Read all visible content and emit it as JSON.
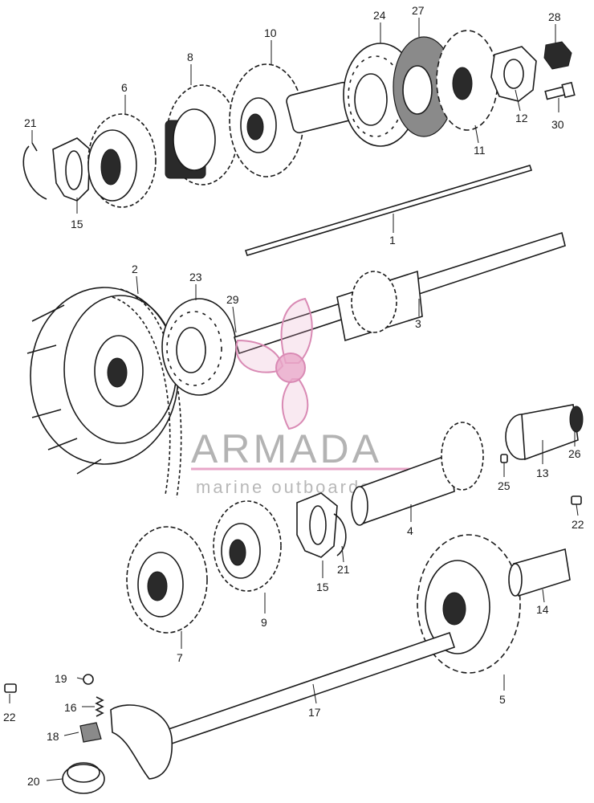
{
  "diagram": {
    "callouts": [
      {
        "id": "21a",
        "label": "21"
      },
      {
        "id": "15a",
        "label": "15"
      },
      {
        "id": "6",
        "label": "6"
      },
      {
        "id": "8",
        "label": "8"
      },
      {
        "id": "10",
        "label": "10"
      },
      {
        "id": "24",
        "label": "24"
      },
      {
        "id": "27",
        "label": "27"
      },
      {
        "id": "28",
        "label": "28"
      },
      {
        "id": "12",
        "label": "12"
      },
      {
        "id": "30",
        "label": "30"
      },
      {
        "id": "11",
        "label": "11"
      },
      {
        "id": "1",
        "label": "1"
      },
      {
        "id": "2",
        "label": "2"
      },
      {
        "id": "23",
        "label": "23"
      },
      {
        "id": "29",
        "label": "29"
      },
      {
        "id": "3",
        "label": "3"
      },
      {
        "id": "26",
        "label": "26"
      },
      {
        "id": "13",
        "label": "13"
      },
      {
        "id": "25",
        "label": "25"
      },
      {
        "id": "4",
        "label": "4"
      },
      {
        "id": "22a",
        "label": "22"
      },
      {
        "id": "21b",
        "label": "21"
      },
      {
        "id": "15b",
        "label": "15"
      },
      {
        "id": "9",
        "label": "9"
      },
      {
        "id": "7",
        "label": "7"
      },
      {
        "id": "14",
        "label": "14"
      },
      {
        "id": "5",
        "label": "5"
      },
      {
        "id": "19",
        "label": "19"
      },
      {
        "id": "16",
        "label": "16"
      },
      {
        "id": "17",
        "label": "17"
      },
      {
        "id": "22b",
        "label": "22"
      },
      {
        "id": "18",
        "label": "18"
      },
      {
        "id": "20",
        "label": "20"
      }
    ]
  },
  "watermark": {
    "title": "ARMADA",
    "subtitle": "marine outboards",
    "logo_icon": "propeller-logo-icon",
    "color": "#e8a6c8"
  }
}
